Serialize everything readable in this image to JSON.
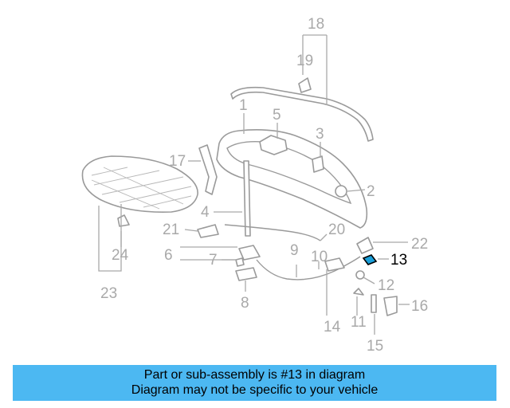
{
  "callouts": {
    "c1": "1",
    "c2": "2",
    "c3": "3",
    "c4": "4",
    "c5": "5",
    "c6": "6",
    "c7": "7",
    "c8": "8",
    "c9": "9",
    "c10": "10",
    "c11": "11",
    "c12": "12",
    "c13": "13",
    "c14": "14",
    "c15": "15",
    "c16": "16",
    "c17": "17",
    "c18": "18",
    "c19": "19",
    "c20": "20",
    "c21": "21",
    "c22": "22",
    "c23": "23",
    "c24": "24"
  },
  "highlight": {
    "part_number": "13",
    "color": "#1a9fd9"
  },
  "banner": {
    "line1": "Part or sub-assembly is #13 in diagram",
    "line2": "Diagram may not be specific to your vehicle",
    "background": "#4cb8f2"
  }
}
